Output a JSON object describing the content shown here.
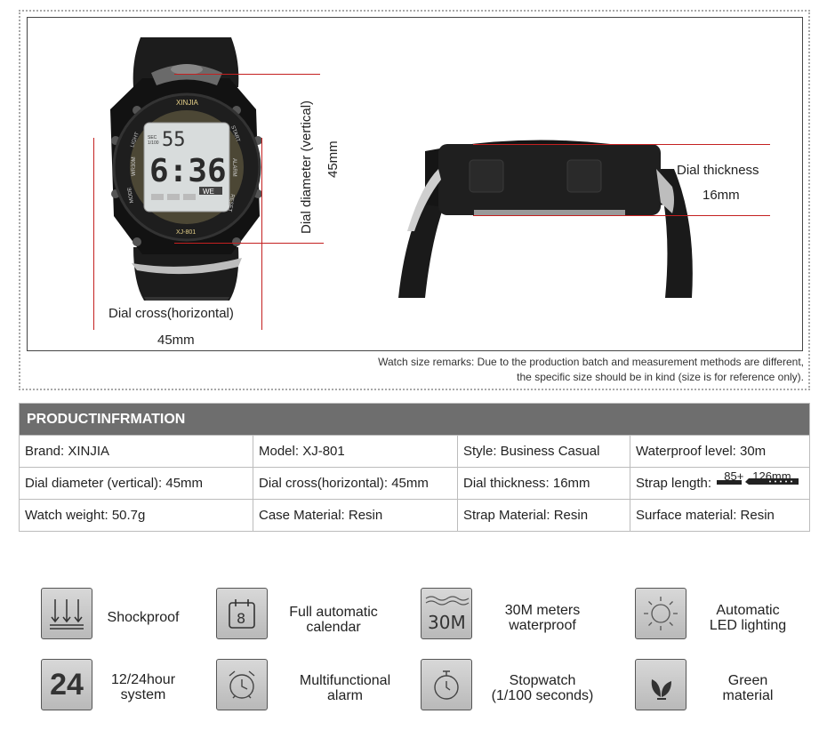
{
  "labels": {
    "dial_diameter_vertical": "Dial diameter (vertical)",
    "dial_diameter_value": "45mm",
    "dial_cross": "Dial cross(horizontal)",
    "dial_cross_value": "45mm",
    "dial_thickness": "Dial thickness",
    "dial_thickness_value": "16mm",
    "remarks_line1": "Watch size remarks: Due to the production batch and measurement methods are different,",
    "remarks_line2": "the specific size should be in kind (size is for reference only)."
  },
  "watch_face": {
    "brand": "XINJIA",
    "model": "XJ-801",
    "top_digits": "55",
    "main_time": "6:36",
    "day": "WE",
    "sec_label": "SEC",
    "sec_sub": "1/100",
    "bezel_light": "LIGHT",
    "bezel_start": "START",
    "bezel_alarm": "ALARM",
    "bezel_reset": "RESET",
    "bezel_mode": "MODE",
    "bezel_wr": "WR30M"
  },
  "spec": {
    "header": "PRODUCTINFRMATION",
    "rows": [
      [
        "Brand:  XINJIA",
        "Model:  XJ-801",
        "Style:  Business Casual",
        "Waterproof level:  30m"
      ],
      [
        "Dial diameter (vertical):  45mm",
        "Dial cross(horizontal): 45mm",
        "Dial thickness:  16mm",
        "Strap length:"
      ],
      [
        "Watch weight:  50.7g",
        "Case Material:  Resin",
        "Strap Material:  Resin",
        "Surface material:  Resin"
      ]
    ],
    "strap_short": "85+",
    "strap_long": "126mm"
  },
  "features": [
    {
      "icon": "shockproof-arrows-icon",
      "l1": "Shockproof",
      "l2": ""
    },
    {
      "icon": "calendar-icon",
      "icon_text": "8",
      "l1": "Full automatic",
      "l2": "calendar"
    },
    {
      "icon": "water-30m-icon",
      "icon_text": "30M",
      "l1": "30M meters",
      "l2": "waterproof"
    },
    {
      "icon": "sun-led-icon",
      "l1": "Automatic",
      "l2": "LED  lighting"
    },
    {
      "icon": "24-hour-icon",
      "icon_text": "24",
      "l1": "12/24hour",
      "l2": "system"
    },
    {
      "icon": "alarm-clock-icon",
      "l1": "Multifunctional",
      "l2": "alarm"
    },
    {
      "icon": "stopwatch-icon",
      "l1": "Stopwatch",
      "l2": "(1/100 seconds)"
    },
    {
      "icon": "leaf-icon",
      "l1": "Green",
      "l2": "material"
    }
  ]
}
